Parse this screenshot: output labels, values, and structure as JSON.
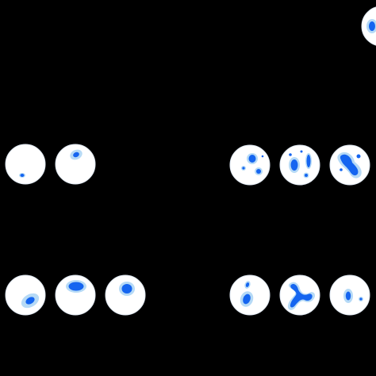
{
  "background": "#000000",
  "colors": {
    "cell_fill": "#FFFFFF",
    "cell_edge": "#DDE6F0",
    "halo": "#A9D3F5",
    "spot": "#1565F0"
  },
  "panels": [
    {
      "id": "top-left",
      "cells": [
        "cell-a1",
        "cell-a2"
      ]
    },
    {
      "id": "top-right",
      "cells": [
        "cell-b1",
        "cell-b2",
        "cell-b3"
      ]
    },
    {
      "id": "bottom-left",
      "cells": [
        "cell-c1",
        "cell-c2",
        "cell-c3"
      ]
    },
    {
      "id": "bottom-right",
      "cells": [
        "cell-d1",
        "cell-d2",
        "cell-d3"
      ]
    },
    {
      "id": "corner",
      "cells": [
        "cell-e1"
      ]
    }
  ]
}
